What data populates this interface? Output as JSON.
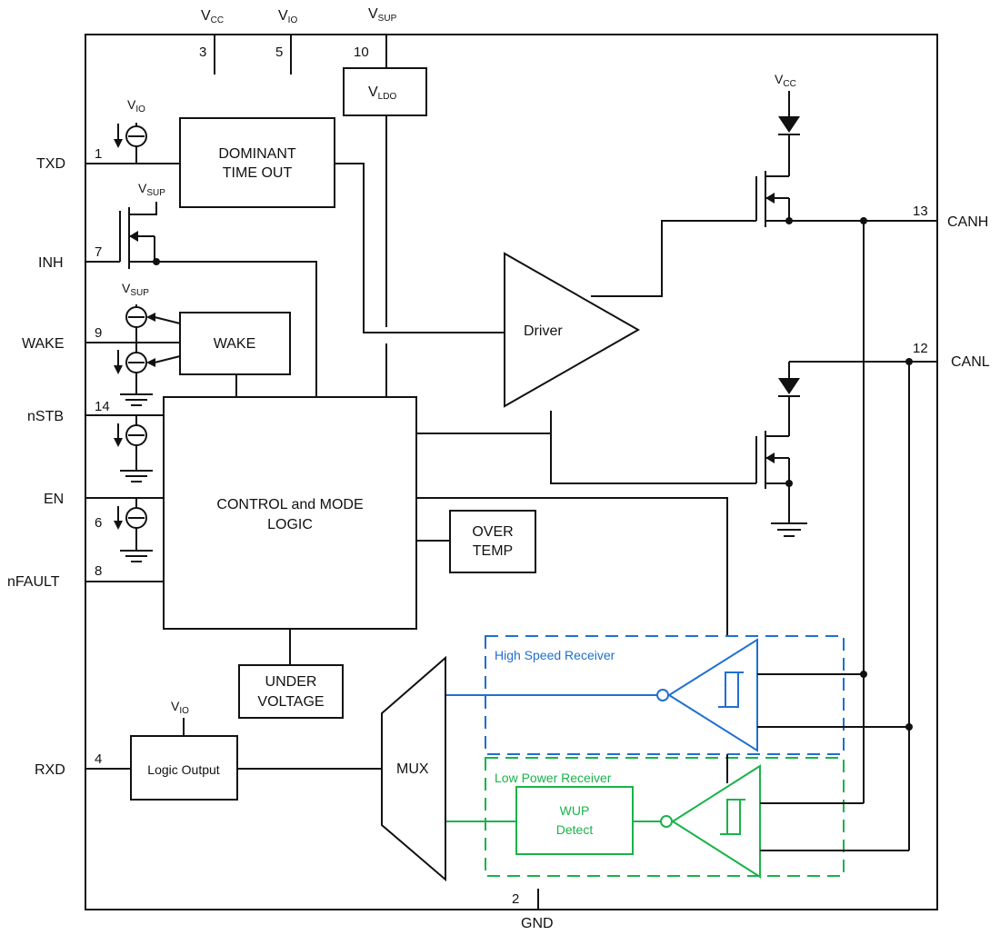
{
  "supply": {
    "vcc": "V",
    "vcc_sub": "CC",
    "vio": "V",
    "vio_sub": "IO",
    "vsup": "V",
    "vsup_sub": "SUP",
    "vldo": "V",
    "vldo_sub": "LDO"
  },
  "pins": {
    "vcc": "3",
    "vio": "5",
    "vsup": "10",
    "txd": "1",
    "inh": "7",
    "wake": "9",
    "nstb": "14",
    "en": "6",
    "nfault": "8",
    "rxd": "4",
    "gnd": "2",
    "canh": "13",
    "canl": "12"
  },
  "signals": {
    "txd": "TXD",
    "inh": "INH",
    "wake": "WAKE",
    "nstb": "nSTB",
    "en": "EN",
    "nfault": "nFAULT",
    "rxd": "RXD",
    "gnd": "GND",
    "canh": "CANH",
    "canl": "CANL"
  },
  "blocks": {
    "dominant_l1": "DOMINANT",
    "dominant_l2": "TIME OUT",
    "wake": "WAKE",
    "control_l1": "CONTROL and MODE",
    "control_l2": "LOGIC",
    "overtemp_l1": "OVER",
    "overtemp_l2": "TEMP",
    "undervoltage_l1": "UNDER",
    "undervoltage_l2": "VOLTAGE",
    "logic_output": "Logic Output",
    "mux": "MUX",
    "driver": "Driver",
    "wup_l1": "WUP",
    "wup_l2": "Detect"
  },
  "receivers": {
    "high_speed": "High Speed Receiver",
    "low_power": "Low Power Receiver"
  },
  "colors": {
    "line": "#111111",
    "high_speed": "#1f6fd1",
    "low_power": "#19b34a"
  }
}
